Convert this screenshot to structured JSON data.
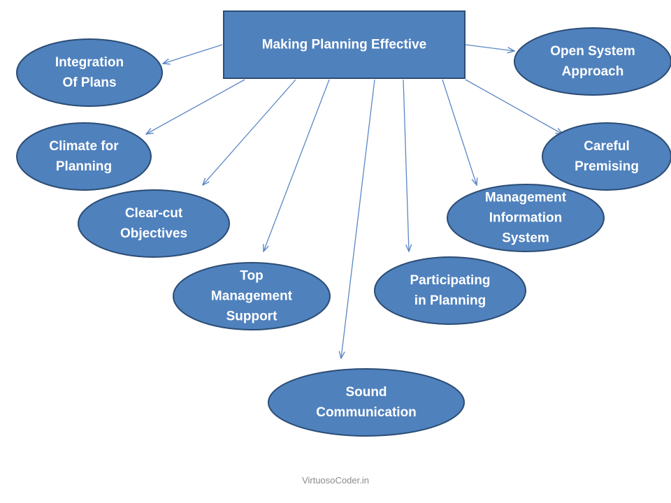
{
  "colors": {
    "node_fill": "#4f81bd",
    "node_stroke": "#2c4d75",
    "arrow": "#5b87c4",
    "text": "#ffffff",
    "footer_text": "#8a8a8a"
  },
  "center": {
    "id": "center",
    "lines": [
      "Making Planning Effective"
    ]
  },
  "nodes": [
    {
      "id": "integration-of-plans",
      "lines": [
        "Integration",
        "Of Plans"
      ]
    },
    {
      "id": "climate-for-planning",
      "lines": [
        "Climate for",
        "Planning"
      ]
    },
    {
      "id": "clear-cut-objectives",
      "lines": [
        "Clear-cut",
        "Objectives"
      ]
    },
    {
      "id": "top-management-support",
      "lines": [
        "Top",
        "Management",
        "Support"
      ]
    },
    {
      "id": "sound-communication",
      "lines": [
        "Sound",
        "Communication"
      ]
    },
    {
      "id": "participating-in-planning",
      "lines": [
        "Participating",
        "in Planning"
      ]
    },
    {
      "id": "management-information-system",
      "lines": [
        "Management",
        "Information",
        "System"
      ]
    },
    {
      "id": "careful-premising",
      "lines": [
        "Careful",
        "Premising"
      ]
    },
    {
      "id": "open-system-approach",
      "lines": [
        "Open System",
        "Approach"
      ]
    }
  ],
  "footer": {
    "text": "VirtuosoCoder.in"
  }
}
